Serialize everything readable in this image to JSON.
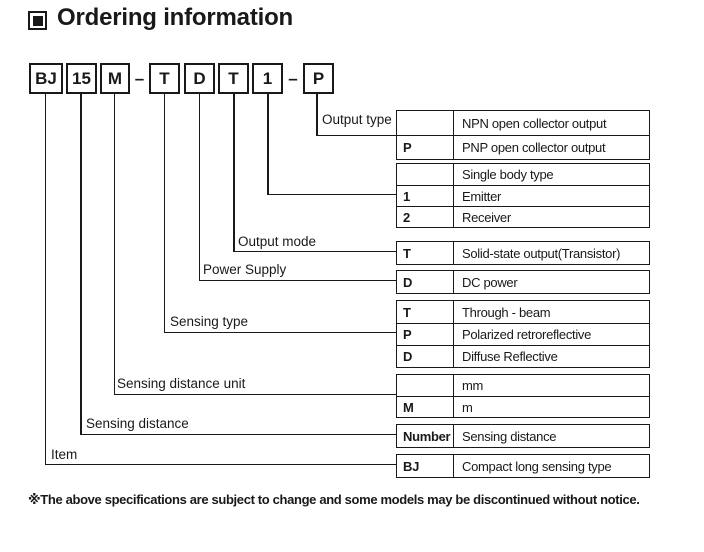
{
  "title": "Ordering information",
  "model_code": {
    "segments": [
      "BJ",
      "15",
      "M",
      "–",
      "T",
      "D",
      "T",
      "1",
      "–",
      "P"
    ]
  },
  "sections": [
    {
      "label": "Output type",
      "rows": [
        {
          "code": "",
          "desc": "NPN open collector output"
        },
        {
          "code": "P",
          "desc": "PNP open collector output"
        }
      ]
    },
    {
      "label": "",
      "rows": [
        {
          "code": "",
          "desc": "Single body type"
        },
        {
          "code": "1",
          "desc": "Emitter"
        },
        {
          "code": "2",
          "desc": "Receiver"
        }
      ]
    },
    {
      "label": "Output mode",
      "rows": [
        {
          "code": "T",
          "desc": "Solid-state output(Transistor)"
        }
      ]
    },
    {
      "label": "Power Supply",
      "rows": [
        {
          "code": "D",
          "desc": "DC power"
        }
      ]
    },
    {
      "label": "Sensing type",
      "rows": [
        {
          "code": "T",
          "desc": "Through - beam"
        },
        {
          "code": "P",
          "desc": "Polarized retroreflective"
        },
        {
          "code": "D",
          "desc": "Diffuse Reflective"
        }
      ]
    },
    {
      "label": "Sensing distance unit",
      "rows": [
        {
          "code": "",
          "desc": "mm"
        },
        {
          "code": "M",
          "desc": "m"
        }
      ]
    },
    {
      "label": "Sensing distance",
      "rows": [
        {
          "code": "Number",
          "desc": "Sensing distance"
        }
      ]
    },
    {
      "label": "Item",
      "rows": [
        {
          "code": "BJ",
          "desc": "Compact long sensing type"
        }
      ]
    }
  ],
  "footnote": "※The above specifications are subject to change and some models may be discontinued without notice.",
  "colors": {
    "ink": "#191919",
    "background": "#ffffff"
  }
}
